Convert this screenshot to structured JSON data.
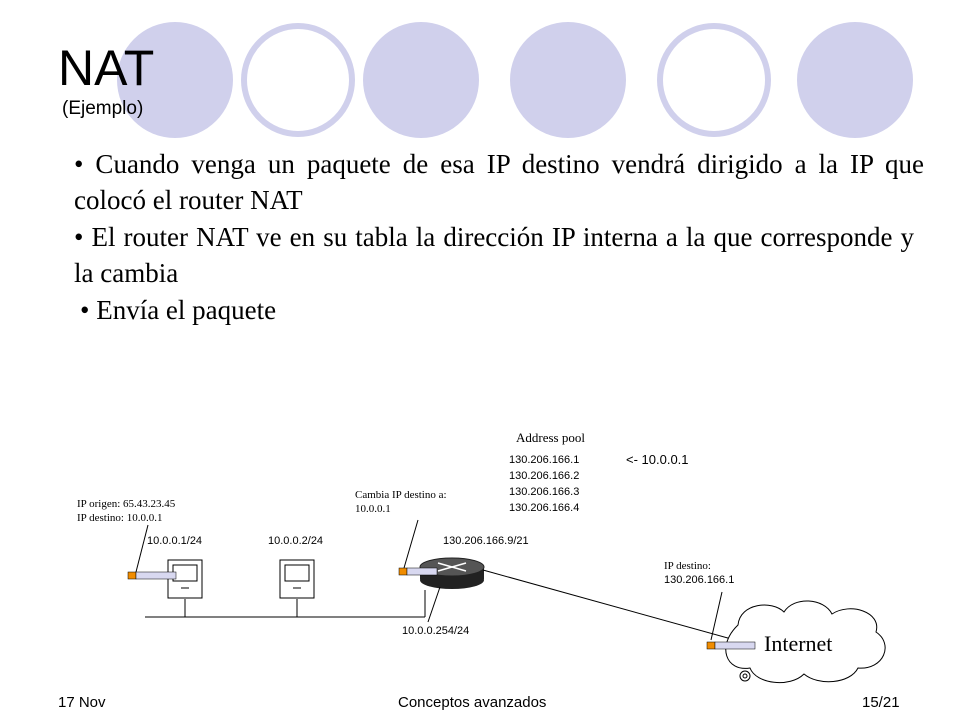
{
  "slide": {
    "title": "NAT",
    "subtitle": "(Ejemplo)",
    "bullets": [
      "• Cuando venga un paquete de esa IP destino vendrá dirigido a la IP que colocó el router NAT",
      "• El router NAT ve en su tabla la dirección IP interna a la que corresponde y la cambia",
      "• Envía el paquete"
    ]
  },
  "diagram": {
    "host1_annotation": [
      "IP origen: 65.43.23.45",
      "IP destino: 10.0.0.1"
    ],
    "host1_ip": "10.0.0.1/24",
    "host2_ip": "10.0.0.2/24",
    "router_annotation": [
      "Cambia IP destino  a:",
      "10.0.0.1"
    ],
    "router_external_ip": "130.206.166.9/21",
    "router_internal_ip": "10.0.0.254/24",
    "address_pool_label": "Address pool",
    "address_pool": [
      "130.206.166.1",
      "130.206.166.2",
      "130.206.166.3",
      "130.206.166.4"
    ],
    "pool_mapping": "<- 10.0.0.1",
    "internet_annotation": [
      "IP destino:",
      "130.206.166.1"
    ],
    "internet_label": "Internet"
  },
  "footer": {
    "left": "17 Nov",
    "center": "Conceptos avanzados",
    "right": "15/21"
  },
  "colors": {
    "circle_fill": "#d0d0ec",
    "circle_ring": "#d0d0ec",
    "packet_fill": "#d8d8f0",
    "packet_head": "#f08c00"
  }
}
